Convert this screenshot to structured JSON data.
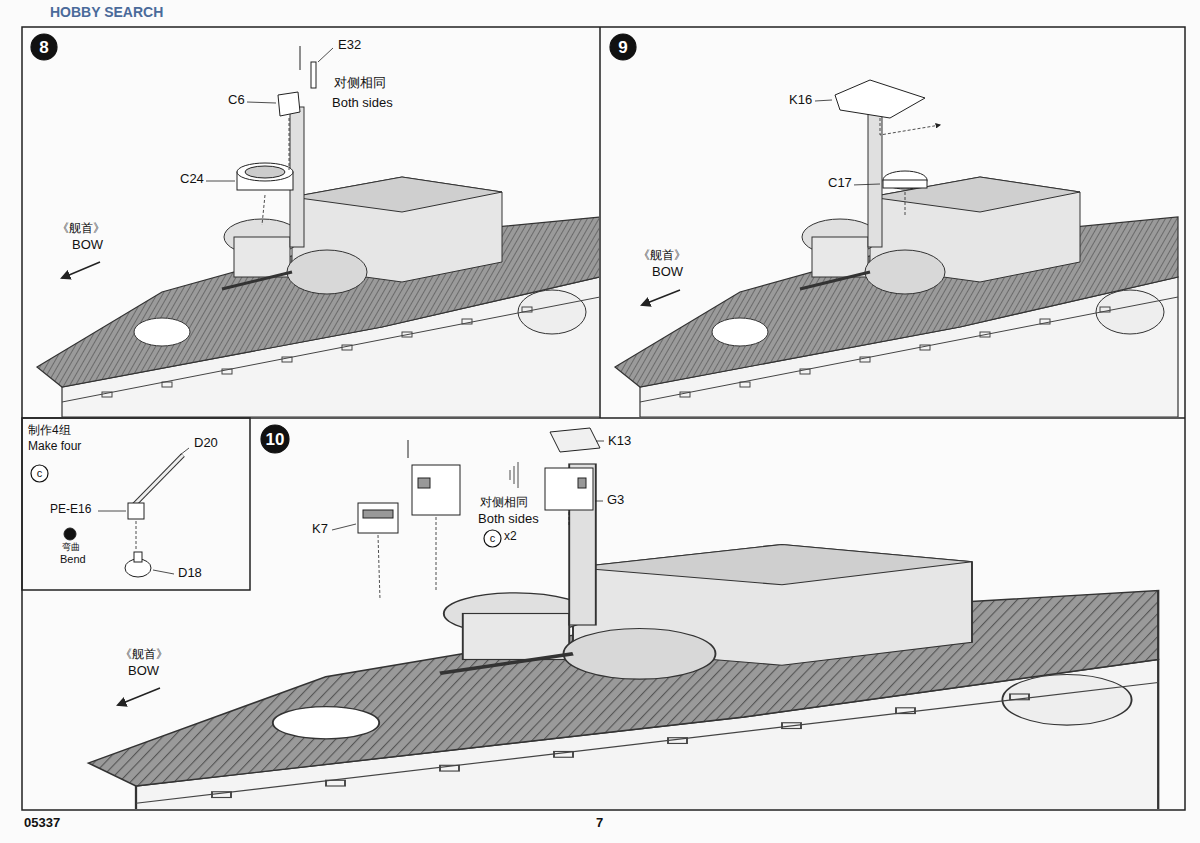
{
  "diagram": {
    "nodes": [
      {
        "text": [
          "8"
        ]
      },
      {
        "text": [
          "9"
        ]
      },
      {
        "text": [
          "制作4组 Make four"
        ]
      },
      {
        "text": [
          "c"
        ],
        "in": 2
      },
      {
        "text": [
          "10"
        ]
      },
      {
        "text": [
          "c"
        ]
      }
    ],
    "labels": [
      "HOBBY SEARCH",
      "E32",
      "对侧相同",
      "Both sides",
      "C6",
      "C24",
      "《舰首》",
      "BOW",
      "K16",
      "C17",
      "《舰首》",
      "BOW",
      "D20",
      "PE-E16",
      "弯曲",
      "Bend",
      "D18",
      "K7",
      "对侧相同",
      "Both sides",
      "x2",
      "K13",
      "G3",
      "《舰首》",
      "BOW",
      "05337",
      "7"
    ]
  }
}
